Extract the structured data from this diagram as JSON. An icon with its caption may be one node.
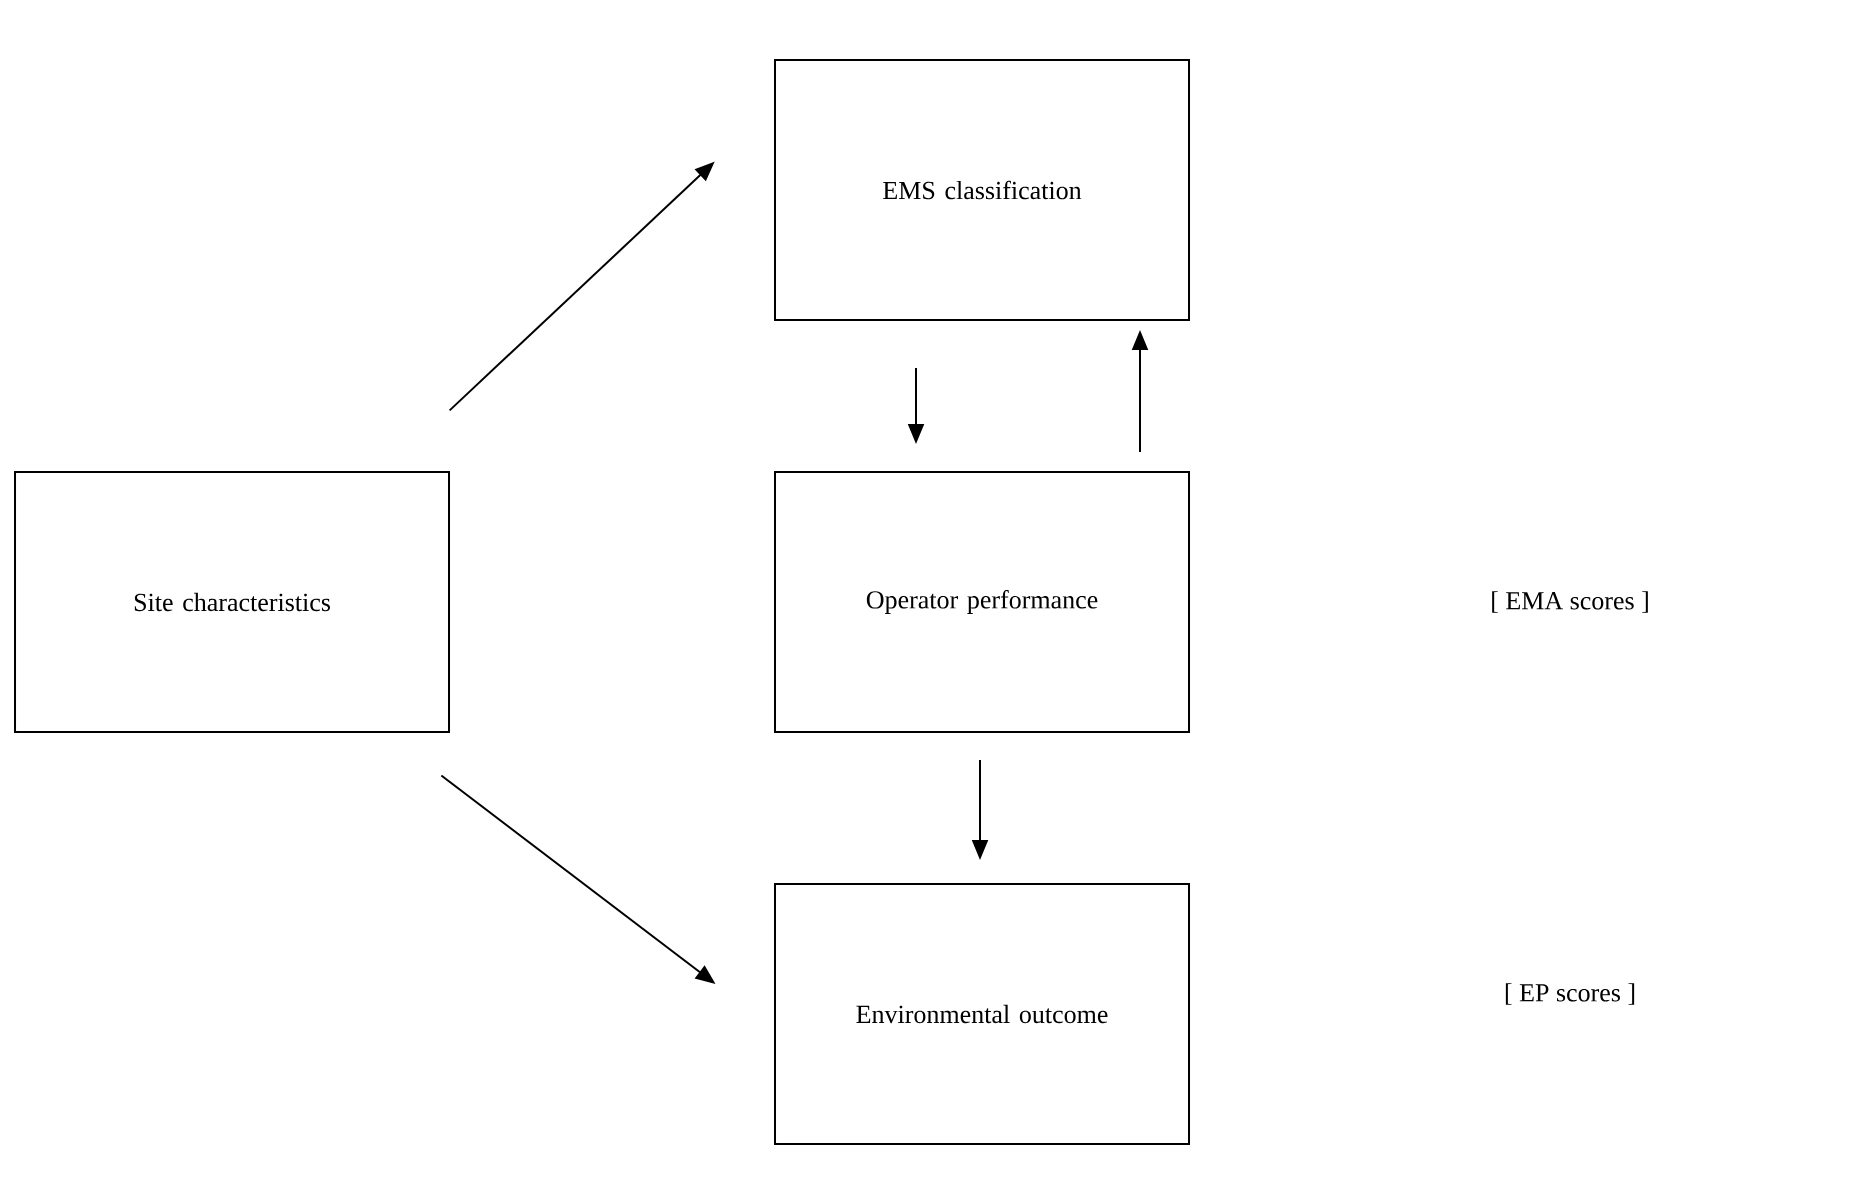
{
  "diagram": {
    "nodes": [
      {
        "text": [
          "Site characteristics"
        ]
      },
      {
        "text": [
          "EMS classification"
        ]
      },
      {
        "text": [
          "Operator performance"
        ]
      },
      {
        "text": [
          "Environmental outcome"
        ]
      }
    ],
    "edges": [
      {
        "from": 0,
        "to": 1,
        "arrow": "to"
      },
      {
        "from": 1,
        "to": 2,
        "arrow": "to"
      },
      {
        "from": 2,
        "to": 1,
        "arrow": "to"
      },
      {
        "from": 0,
        "to": 3,
        "arrow": "to"
      },
      {
        "from": 2,
        "to": 3,
        "arrow": "to"
      }
    ],
    "labels": [
      "[ EMA scores ]",
      "[ EP scores ]"
    ]
  }
}
